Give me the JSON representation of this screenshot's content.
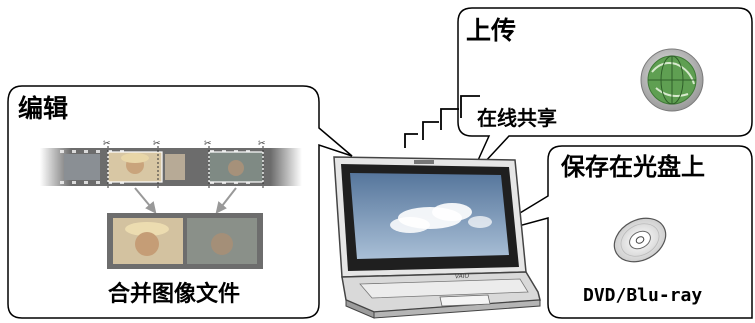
{
  "edit": {
    "title": "编辑",
    "caption": "合并图像文件"
  },
  "upload": {
    "title": "上传",
    "caption": "在线共享",
    "icon": "globe-icon"
  },
  "disc": {
    "title": "保存在光盘上",
    "caption": "DVD/Blu-ray",
    "icon": "optical-disc-icon"
  },
  "laptop": {
    "brand": "VAIO",
    "icon": "laptop-icon"
  },
  "colors": {
    "bubble_border": "#000000",
    "bubble_fill": "#ffffff",
    "globe_green": "#5f9f52",
    "screen_sky": "#6f8fb4"
  }
}
